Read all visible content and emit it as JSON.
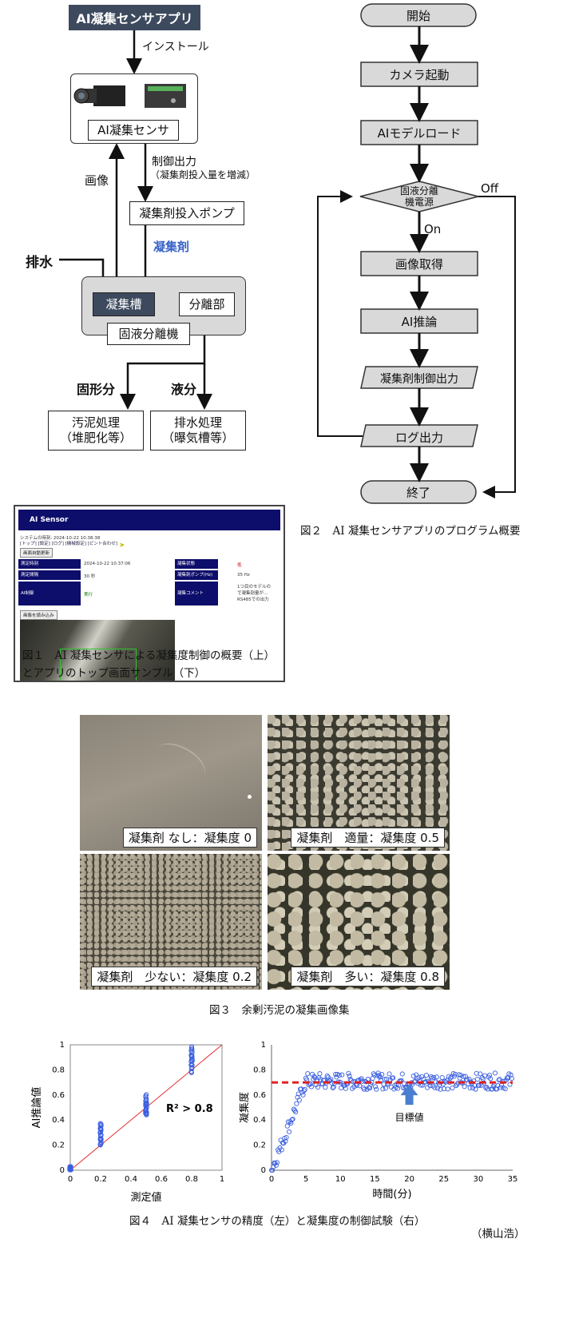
{
  "fig1": {
    "app_title": "AI凝集センサアプリ",
    "install_label": "インストール",
    "sensor_label": "AI凝集センサ",
    "image_label": "画像",
    "control_output": "制御出力",
    "control_output_note": "（凝集剤投入量を増減）",
    "pump_label": "凝集剤投入ポンプ",
    "coagulant_label": "凝集剤",
    "drainage_label": "排水",
    "tank_label": "凝集槽",
    "separator_part_label": "分離部",
    "machine_label": "固液分離機",
    "solid_label": "固形分",
    "liquid_label": "液分",
    "sludge_line1": "汚泥処理",
    "sludge_line2": "（堆肥化等）",
    "wastewater_line1": "排水処理",
    "wastewater_line2": "（曝気槽等）",
    "caption_line1": "図１　AI 凝集センサによる凝集度制御の概要（上）",
    "caption_line2": "とアプリのトップ画面サンプル（下）"
  },
  "screenshot": {
    "header": "AI Sensor",
    "system_time": "システムの時刻: 2024-10-22 10:38:38",
    "nav": "[トップ] [設定] [ログ] [機械設定] [ピント合わせ]",
    "button_1": "画面自動更新",
    "row1_label": "測定時刻",
    "row1_value": "2024-10-22 10:37:06",
    "row1_label2": "凝集状態",
    "row1_value2": "低",
    "row2_label": "測定間隔",
    "row2_value": "30 秒",
    "row2_label2": "凝集剤ポンプ(Hz)",
    "row2_value2": "35 Hz",
    "row3_label": "AI制御",
    "row3_value": "実行",
    "row3_label2": "凝集コメント",
    "row3_value2_1": "1つ目のモデルの",
    "row3_value2_2": "で凝集剤量が…",
    "row3_value2_3": "RS485での出力",
    "button_2": "画像を読み込み"
  },
  "fig2": {
    "start": "開始",
    "camera": "カメラ起動",
    "model": "AIモデルロード",
    "power_line1": "固液分離",
    "power_line2": "機電源",
    "off": "Off",
    "on": "On",
    "acquire": "画像取得",
    "infer": "AI推論",
    "control": "凝集剤制御出力",
    "log": "ログ出力",
    "end": "終了",
    "caption": "図２　AI 凝集センサアプリのプログラム概要"
  },
  "fig3": {
    "label_none": "凝集剤 なし：凝集度 0",
    "label_proper": "凝集剤　適量：凝集度 0.5",
    "label_few": "凝集剤　少ない：凝集度 0.2",
    "label_many": "凝集剤　多い：凝集度 0.8",
    "caption": "図３　余剰汚泥の凝集画像集"
  },
  "chart_data": [
    {
      "type": "scatter",
      "xlabel": "測定値",
      "ylabel": "AI推論値",
      "xlim": [
        0,
        1
      ],
      "ylim": [
        0,
        1
      ],
      "xticks": [
        "0",
        "0.2",
        "0.4",
        "0.6",
        "0.8",
        "1"
      ],
      "yticks": [
        "0",
        "0.2",
        "0.4",
        "0.6",
        "0.8",
        "1"
      ],
      "annotation": "R² > 0.8",
      "clusters": [
        {
          "x": 0.0,
          "y_min": 0.0,
          "y_max": 0.03
        },
        {
          "x": 0.2,
          "y_min": 0.2,
          "y_max": 0.38
        },
        {
          "x": 0.5,
          "y_min": 0.44,
          "y_max": 0.62
        },
        {
          "x": 0.8,
          "y_min": 0.77,
          "y_max": 0.99
        }
      ],
      "fit_line": [
        [
          0,
          0
        ],
        [
          1,
          1
        ]
      ],
      "point_color": "#3a5fe0",
      "line_color": "#e03030"
    },
    {
      "type": "scatter",
      "xlabel": "時間(分)",
      "ylabel": "凝集度",
      "xlim": [
        0,
        35
      ],
      "ylim": [
        0,
        1
      ],
      "xticks": [
        "0",
        "5",
        "10",
        "15",
        "20",
        "25",
        "30",
        "35"
      ],
      "yticks": [
        "0",
        "0.2",
        "0.4",
        "0.6",
        "0.8",
        "1"
      ],
      "target_value": 0.7,
      "target_label": "目標値",
      "rise_end_minute": 5,
      "steady_mean": 0.71,
      "point_color": "#3a5fe0",
      "target_color": "#e02020",
      "arrow_color": "#4a7fd0"
    }
  ],
  "fig4_caption": "図４　AI 凝集センサの精度（左）と凝集度の制御試験（右）",
  "author": "（横山浩）"
}
